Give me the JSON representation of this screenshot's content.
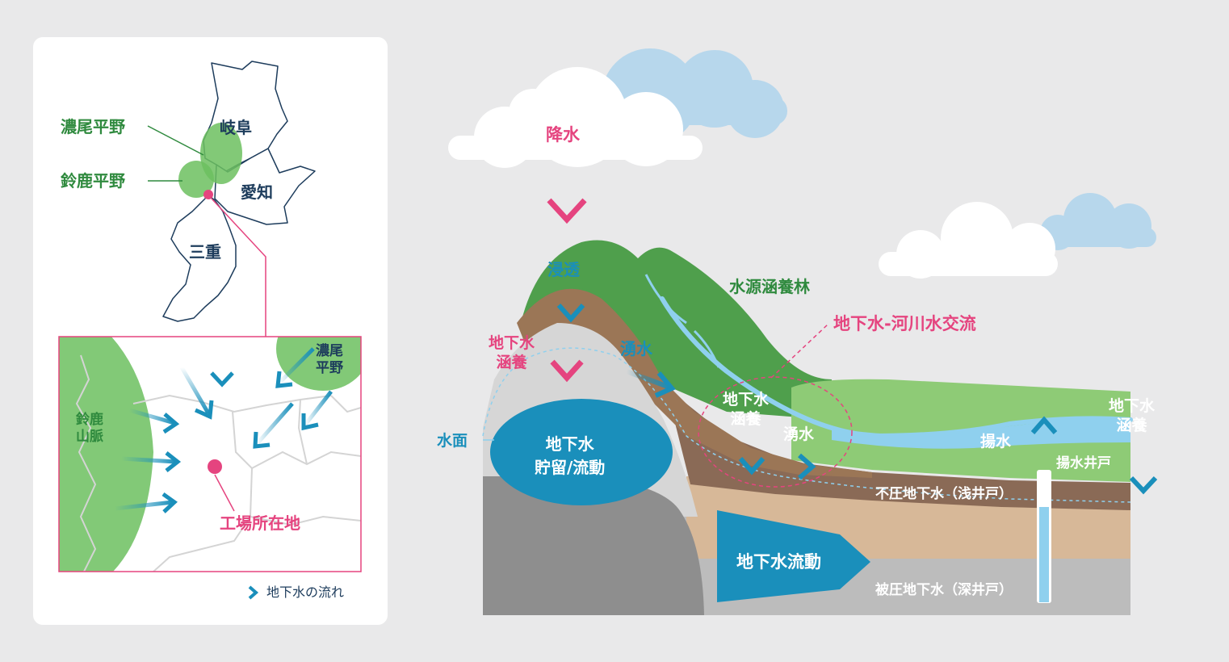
{
  "left_panel": {
    "regions": {
      "nobi_plain": "濃尾平野",
      "suzuka_plain": "鈴鹿平野",
      "gifu": "岐阜",
      "aichi": "愛知",
      "mie": "三重"
    },
    "inset": {
      "suzuka_mountains": "鈴鹿\n山脈",
      "nobi_plain": "濃尾\n平野",
      "factory_location": "工場所在地"
    },
    "legend": "地下水の流れ"
  },
  "diagram": {
    "precipitation": "降水",
    "infiltration": "浸透",
    "recharge_left": "地下水\n涵養",
    "storage_flow": "地下水\n貯留/流動",
    "spring_left": "湧水",
    "water_table": "水面",
    "forest": "水源涵養林",
    "gw_river_exchange": "地下水-河川水交流",
    "recharge_mid": "地下水\n涵養",
    "spring_mid": "湧水",
    "pumping": "揚水",
    "pumping_well": "揚水井戸",
    "recharge_right": "地下水\n涵養",
    "unconfined": "不圧地下水（浅井戸）",
    "confined": "被圧地下水（深井戸）",
    "gw_flow": "地下水流動"
  },
  "colors": {
    "pink": "#e5447f",
    "blue": "#1a8fbb",
    "green": "#2f8a3e",
    "navy": "#1d3c5c"
  }
}
